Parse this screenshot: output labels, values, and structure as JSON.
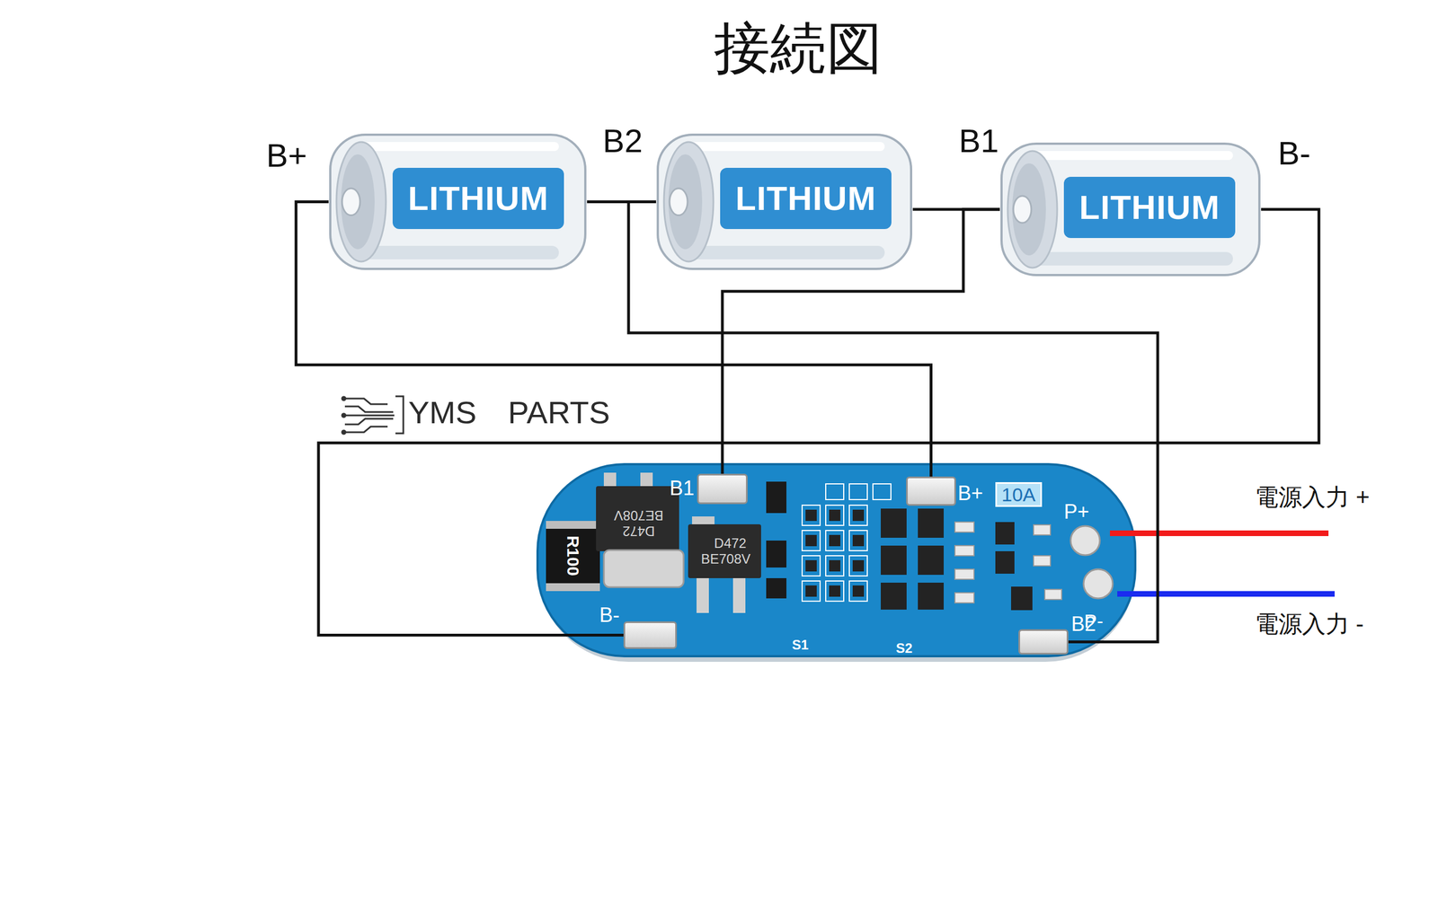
{
  "diagram": {
    "title": "接続図",
    "nodes": [
      {
        "text": [
          "LITHIUM"
        ]
      },
      {
        "text": [
          "LITHIUM"
        ]
      },
      {
        "text": [
          "LITHIUM"
        ]
      },
      {
        "text": [
          "10A",
          "P+",
          "P-",
          "S1",
          "S2"
        ]
      },
      {
        "text": [
          "B1"
        ],
        "in": 3
      },
      {
        "text": [
          "B+"
        ],
        "in": 3
      },
      {
        "text": [
          "B-"
        ],
        "in": 3
      },
      {
        "text": [
          "B2"
        ],
        "in": 3
      }
    ],
    "edges": [
      {
        "from": 0,
        "to": 5,
        "arrow": "none"
      },
      {
        "from": 0,
        "to": 1,
        "arrow": "none"
      },
      {
        "from": 1,
        "to": 2,
        "arrow": "none"
      },
      {
        "from": 1,
        "to": 7,
        "arrow": "none"
      },
      {
        "from": 2,
        "to": 4,
        "arrow": "none"
      },
      {
        "from": 2,
        "to": 6,
        "arrow": "none"
      }
    ],
    "labels": [
      "B+",
      "B2",
      "B1",
      "B-",
      "YMS　PARTS",
      "R100",
      "D472",
      "BE708V",
      "D472",
      "BE708V",
      "電源入力 +",
      "電源入力 -"
    ]
  }
}
